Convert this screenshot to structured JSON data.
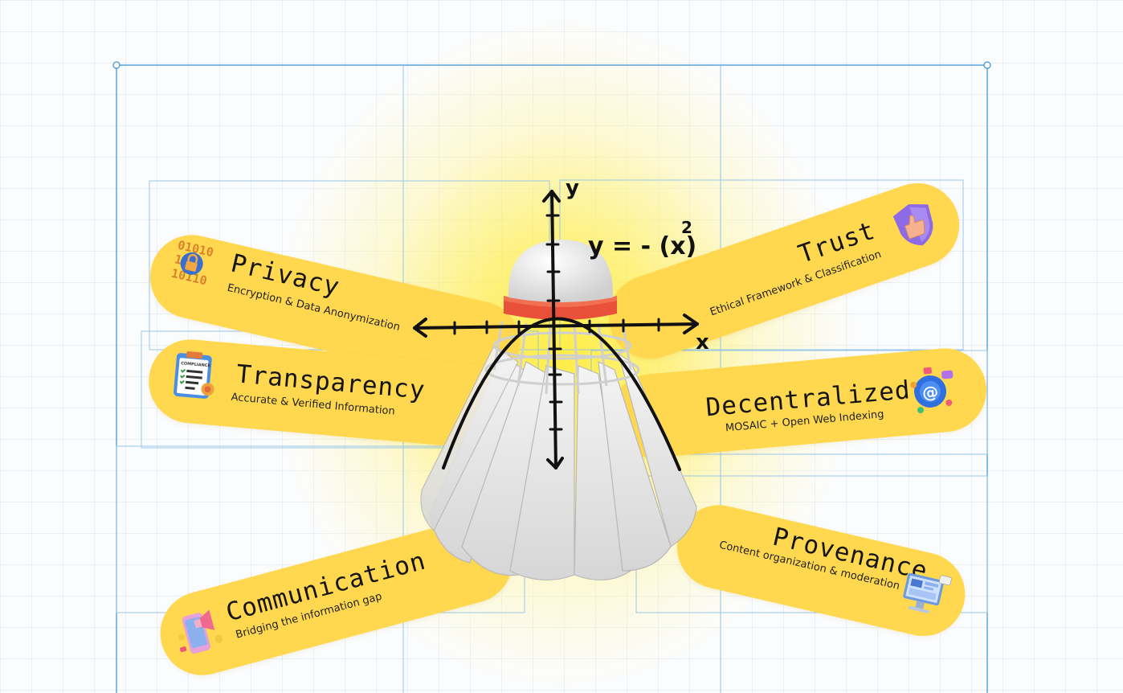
{
  "graph": {
    "equation": "y = - (x)",
    "exponent": "2",
    "x_axis_label": "x",
    "y_axis_label": "y"
  },
  "pills": {
    "privacy": {
      "title": "Privacy",
      "subtitle": "Encryption & Data Anonymization",
      "icon": "binary-lock-icon",
      "icon_text": [
        "01010",
        "1011",
        "10110"
      ]
    },
    "trust": {
      "title": "Trust",
      "subtitle": "Ethical Framework & Classification",
      "icon": "shield-thumbs-up-icon"
    },
    "transparency": {
      "title": "Transparency",
      "subtitle": "Accurate & Verified Information",
      "icon": "compliance-clipboard-icon",
      "icon_text": "COMPLIANCE"
    },
    "decentralized": {
      "title": "Decentralized",
      "subtitle": "MOSAIC + Open Web Indexing",
      "icon": "globe-network-icon",
      "icon_text": "@"
    },
    "communication": {
      "title": "Communication",
      "subtitle": "Bridging the information gap",
      "icon": "phone-megaphone-icon"
    },
    "provenance": {
      "title": "Provenance",
      "subtitle": "Content organization & moderation",
      "icon": "monitor-dashboard-icon"
    }
  },
  "colors": {
    "pill": "#ffd84f",
    "glow": "#ffec3c",
    "frame": "#2e8fd6",
    "shuttlecock_band": "#e8503a"
  }
}
